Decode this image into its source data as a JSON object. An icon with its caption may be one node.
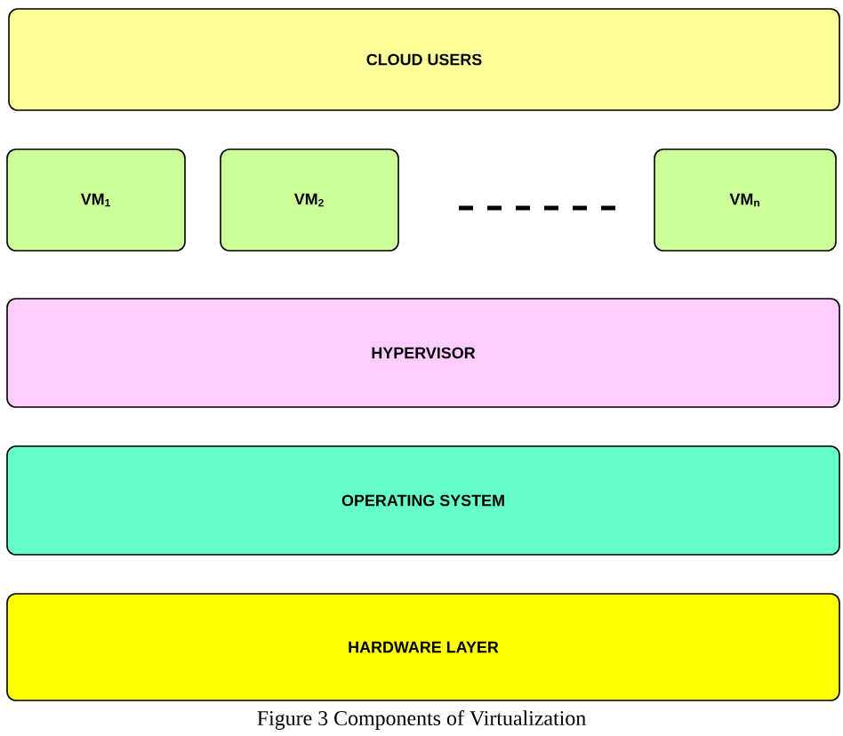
{
  "diagram": {
    "caption": "Figure 3 Components of Virtualization",
    "nodes": [
      {
        "text": [
          "CLOUD USERS"
        ]
      },
      {
        "text": [
          "VM$_{1}$"
        ]
      },
      {
        "text": [
          "VM$_{2}$"
        ]
      },
      {
        "text": [
          "VM$_{n}$"
        ]
      },
      {
        "text": [
          "HYPERVISOR"
        ]
      },
      {
        "text": [
          "OPERATING SYSTEM"
        ]
      },
      {
        "text": [
          "HARDWARE LAYER"
        ]
      }
    ]
  }
}
